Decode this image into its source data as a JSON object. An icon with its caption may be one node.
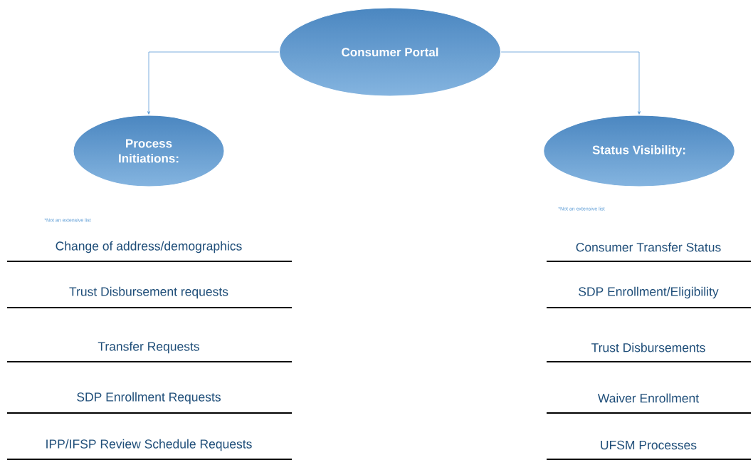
{
  "diagram": {
    "nodes": [
      {
        "text": [
          "Consumer Portal"
        ]
      },
      {
        "text": [
          "Process Initiations:"
        ]
      },
      {
        "text": [
          "Status Visibility:"
        ]
      }
    ],
    "edges": [
      {
        "from": 0,
        "to": 1,
        "arrow": "to"
      },
      {
        "from": 0,
        "to": 2,
        "arrow": "to"
      }
    ],
    "labels": [
      "*Not an extensive list",
      "*Not an extensive list",
      "Change of address/demographics",
      "Consumer Transfer Status",
      "Trust Disbursement requests",
      "SDP Enrollment/Eligibility",
      "Transfer Requests",
      "Trust Disbursements",
      "SDP Enrollment Requests",
      "Waiver Enrollment",
      "IPP/IFSP Review Schedule Requests",
      "UFSM Processes"
    ]
  }
}
